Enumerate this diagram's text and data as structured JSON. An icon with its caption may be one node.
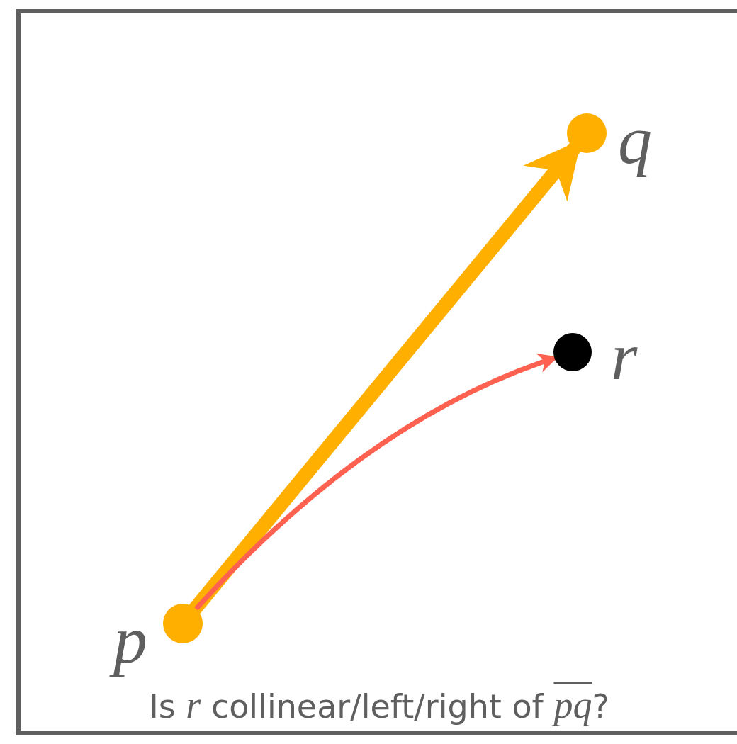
{
  "diagram": {
    "caption": "Is *r* collinear/left/right of *pq*?",
    "nodes": [
      {
        "text": [],
        "shape": "circle",
        "beside": [
          "p"
        ]
      },
      {
        "text": [],
        "shape": "circle",
        "beside": [
          "q"
        ]
      },
      {
        "text": [],
        "shape": "circle",
        "beside": [
          "r"
        ]
      }
    ],
    "edges": [
      {
        "from": 0,
        "to": 1,
        "arrow": "to",
        "style": "thick",
        "color": "#ffaf00"
      },
      {
        "from": 0,
        "to": 2,
        "arrow": "to",
        "color": "#ff6150"
      }
    ]
  }
}
